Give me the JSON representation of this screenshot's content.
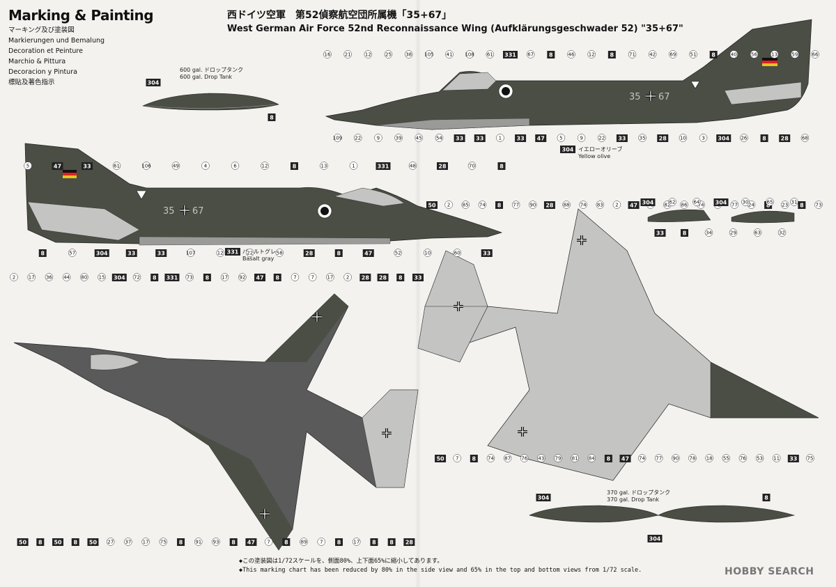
{
  "heading": {
    "title": "Marking & Painting",
    "lines": [
      "マーキング及び塗装図",
      "Markierungen und Bemalung",
      "Decoration et Peinture",
      "Marchio & Pittura",
      "Decoracion y Pintura",
      "標貼及著色指示"
    ]
  },
  "title": {
    "jp": "西ドイツ空軍　第52偵察航空団所属機「35+67」",
    "en": "West German Air Force 52nd Reconnaissance Wing (Aufklärungsgeschwader 52) \"35+67\""
  },
  "notes": {
    "drop_tank_600_jp": "600 gal. ドロップタンク",
    "drop_tank_600_en": "600 gal. Drop Tank",
    "drop_tank_370_jp": "370 gal. ドロップタンク",
    "drop_tank_370_en": "370 gal. Drop Tank",
    "yellow_olive_code": "304",
    "yellow_olive_jp": "イエローオリーブ",
    "yellow_olive_en": "Yellow olive",
    "basalt_code": "331",
    "basalt_jp": "バサルトグレー",
    "basalt_en": "Basalt gray"
  },
  "aircraft": {
    "code_left": "35",
    "code_right": "67"
  },
  "footer": {
    "line1": "◆この塗装図は1/72スケールを、側面80%、上下面65%に縮小してあります。",
    "line2": "◆This marking chart has been reduced by 80% in the side view and 65% in the top and bottom views from 1/72 scale."
  },
  "logo": "HOBBY SEARCH",
  "colors": {
    "dark_green": "#4a4e44",
    "yellow_olive": "#6d6b58",
    "basalt_gray": "#5a5a5b",
    "light_gray": "#c4c4c2",
    "background": "#f3f2ef"
  },
  "callouts": {
    "tank600": [
      "304",
      "8"
    ],
    "side_top": [
      "16",
      "109",
      "21",
      "22",
      "12",
      "9",
      "25",
      "39",
      "38",
      "45",
      "105",
      "54",
      "41",
      "33",
      "108",
      "33",
      "61",
      "1",
      "331",
      "33",
      "67",
      "47",
      "8",
      "5",
      "46",
      "9",
      "12",
      "22",
      "8",
      "33",
      "71",
      "35",
      "42",
      "28",
      "69",
      "10",
      "51",
      "3",
      "8",
      "304",
      "40",
      "26",
      "56",
      "8",
      "13",
      "28",
      "59",
      "68",
      "66"
    ],
    "side_bottom": [
      "5",
      "8",
      "47",
      "57",
      "33",
      "304",
      "61",
      "33",
      "106",
      "33",
      "49",
      "107",
      "4",
      "12",
      "6",
      "22",
      "12",
      "58",
      "8",
      "28",
      "13",
      "8",
      "1",
      "47",
      "331",
      "52",
      "48",
      "10",
      "28",
      "60",
      "70",
      "33",
      "8"
    ],
    "top_view": [
      "2",
      "50",
      "17",
      "8",
      "36",
      "50",
      "44",
      "8",
      "80",
      "50",
      "15",
      "27",
      "304",
      "37",
      "72",
      "17",
      "8",
      "75",
      "331",
      "8",
      "73",
      "91",
      "8",
      "93",
      "17",
      "8",
      "92",
      "47",
      "47",
      "7",
      "8",
      "8",
      "7",
      "89",
      "7",
      "7",
      "17",
      "8",
      "2",
      "17",
      "28",
      "8",
      "28",
      "8",
      "8",
      "28",
      "33"
    ],
    "bottom_view": [
      "50",
      "50",
      "2",
      "7",
      "85",
      "8",
      "74",
      "74",
      "8",
      "87",
      "77",
      "76",
      "90",
      "43",
      "28",
      "79",
      "88",
      "81",
      "74",
      "84",
      "83",
      "8",
      "2",
      "47",
      "47",
      "74",
      "76",
      "77",
      "82",
      "90",
      "86",
      "78",
      "74",
      "18",
      "75",
      "55",
      "77",
      "76",
      "24",
      "53",
      "8",
      "11",
      "23",
      "33",
      "8",
      "75",
      "73"
    ],
    "tank370": [
      "304",
      "304",
      "8"
    ],
    "pylons": [
      "304",
      "33",
      "62",
      "8",
      "64",
      "34",
      "304",
      "29",
      "30",
      "63",
      "65",
      "32",
      "31"
    ]
  }
}
